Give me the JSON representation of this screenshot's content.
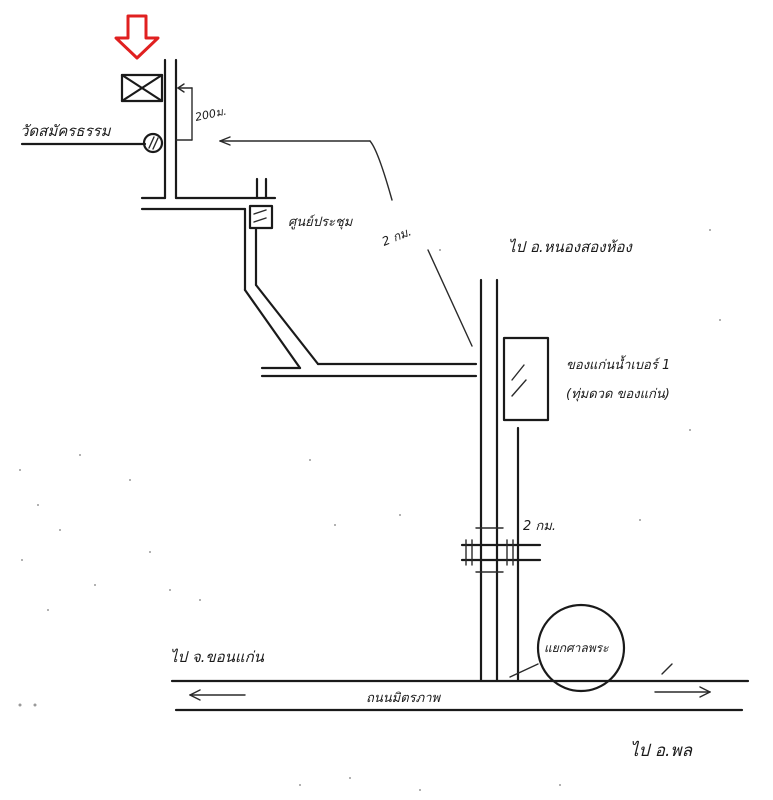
{
  "labels": {
    "temple": "วัดสมัครธรรม",
    "distance_top": "200ม.",
    "bus_stop": "ศูนย์ประชุม",
    "distance_mid": "2 กม.",
    "road_top_right": "ไป อ.หนองสองห้อง",
    "meter_board_line1": "ของแก่นน้ำเบอร์ 1",
    "meter_board_line2": "(ทุ่มดวด ของแก่น)",
    "distance_lower": "2 กม.",
    "junction_circle": "แยกศาลพระ",
    "road_left": "ไป จ.ขอนแก่น",
    "highway": "ถนนมิตรภาพ",
    "road_bottom_right": "ไป อ.พล"
  },
  "colors": {
    "ink": "#1a1a1a",
    "marker": "#e02020",
    "paper": "#ffffff"
  },
  "icons": {
    "destination_marker": "red-down-arrow-icon",
    "temple_symbol": "circle-slash-icon",
    "building_symbol": "cross-box-icon"
  }
}
